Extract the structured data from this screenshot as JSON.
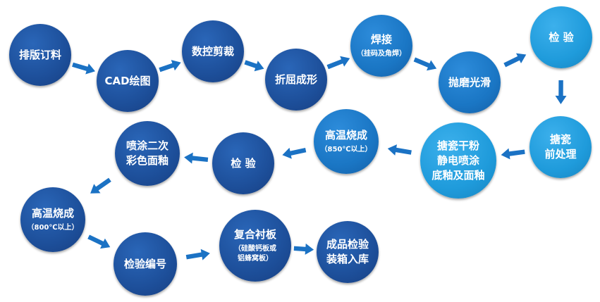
{
  "colors": {
    "dark": "#1d4f9a",
    "mid": "#1a76c4",
    "light": "#1f9bdb",
    "arrow": "#1b72c4"
  },
  "steps": [
    {
      "title": "排版订料",
      "sub": ""
    },
    {
      "title": "CAD绘图",
      "sub": ""
    },
    {
      "title": "数控剪裁",
      "sub": ""
    },
    {
      "title": "折屈成形",
      "sub": ""
    },
    {
      "title": "焊接",
      "sub": "（挂码及角焊）"
    },
    {
      "title": "抛磨光滑",
      "sub": ""
    },
    {
      "title": "检 验",
      "sub": ""
    },
    {
      "title": "搪瓷\n前处理",
      "sub": ""
    },
    {
      "title": "搪瓷干粉\n静电喷涂\n底釉及面釉",
      "sub": ""
    },
    {
      "title": "高温烧成",
      "sub": "（850℃以上）"
    },
    {
      "title": "检 验",
      "sub": ""
    },
    {
      "title": "喷涂二次\n彩色面釉",
      "sub": ""
    },
    {
      "title": "高温烧成",
      "sub": "（800℃以上）"
    },
    {
      "title": "检验编号",
      "sub": ""
    },
    {
      "title": "复合衬板",
      "sub": "（硅酸钙板或\n铝蜂窝板）"
    },
    {
      "title": "成品检验\n装箱入库",
      "sub": ""
    }
  ]
}
